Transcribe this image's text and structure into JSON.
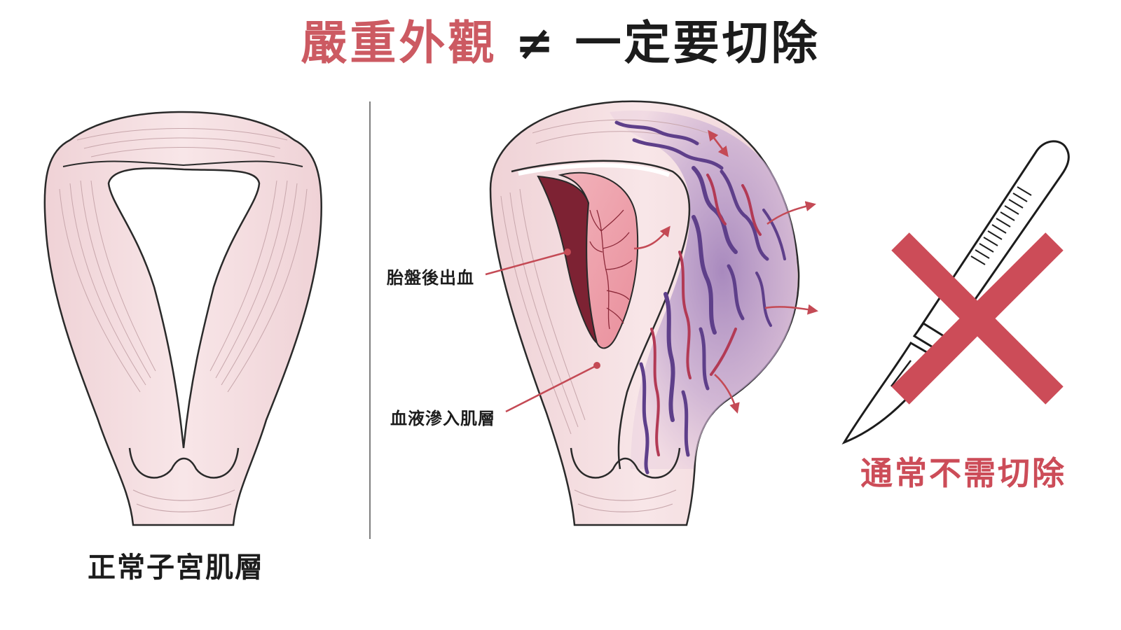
{
  "title": {
    "left": "嚴重外觀",
    "symbol": "≠",
    "right": "一定要切除"
  },
  "labels": {
    "normal_uterus": "正常子宮肌層",
    "placental_abruption": "胎盤後出血",
    "blood_infiltration": "血液滲入肌層",
    "usually_no_removal": "通常不需切除"
  },
  "colors": {
    "title_accent": "#cc5a62",
    "text_dark": "#1c1c1c",
    "tissue_pink": "#f3dadd",
    "vein_purple": "#6a4f95",
    "vein_red": "#b23a55",
    "cross_red": "#cc4c58"
  },
  "icons": {
    "scalpel": "scalpel-icon",
    "cross": "cross-icon"
  }
}
